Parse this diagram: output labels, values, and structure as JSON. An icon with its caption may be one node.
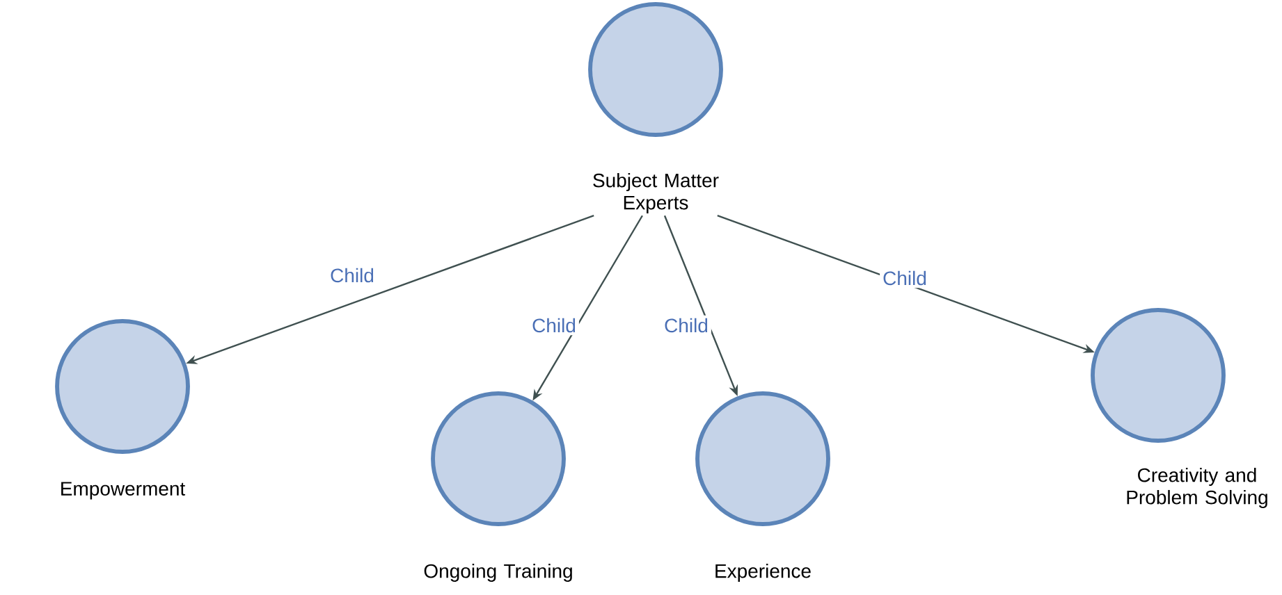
{
  "diagram": {
    "nodes": [
      {
        "text": [
          "Subject Matter Experts"
        ]
      },
      {
        "text": [
          "Empowerment"
        ]
      },
      {
        "text": [
          "Ongoing Training"
        ]
      },
      {
        "text": [
          "Experience"
        ]
      },
      {
        "text": [
          "Creativity and Problem Solving"
        ]
      }
    ],
    "edges": [
      {
        "from": 0,
        "to": 1,
        "arrow": "to",
        "label": "Child"
      },
      {
        "from": 0,
        "to": 2,
        "arrow": "to",
        "label": "Child"
      },
      {
        "from": 0,
        "to": 3,
        "arrow": "to",
        "label": "Child"
      },
      {
        "from": 0,
        "to": 4,
        "arrow": "to",
        "label": "Child"
      }
    ]
  }
}
